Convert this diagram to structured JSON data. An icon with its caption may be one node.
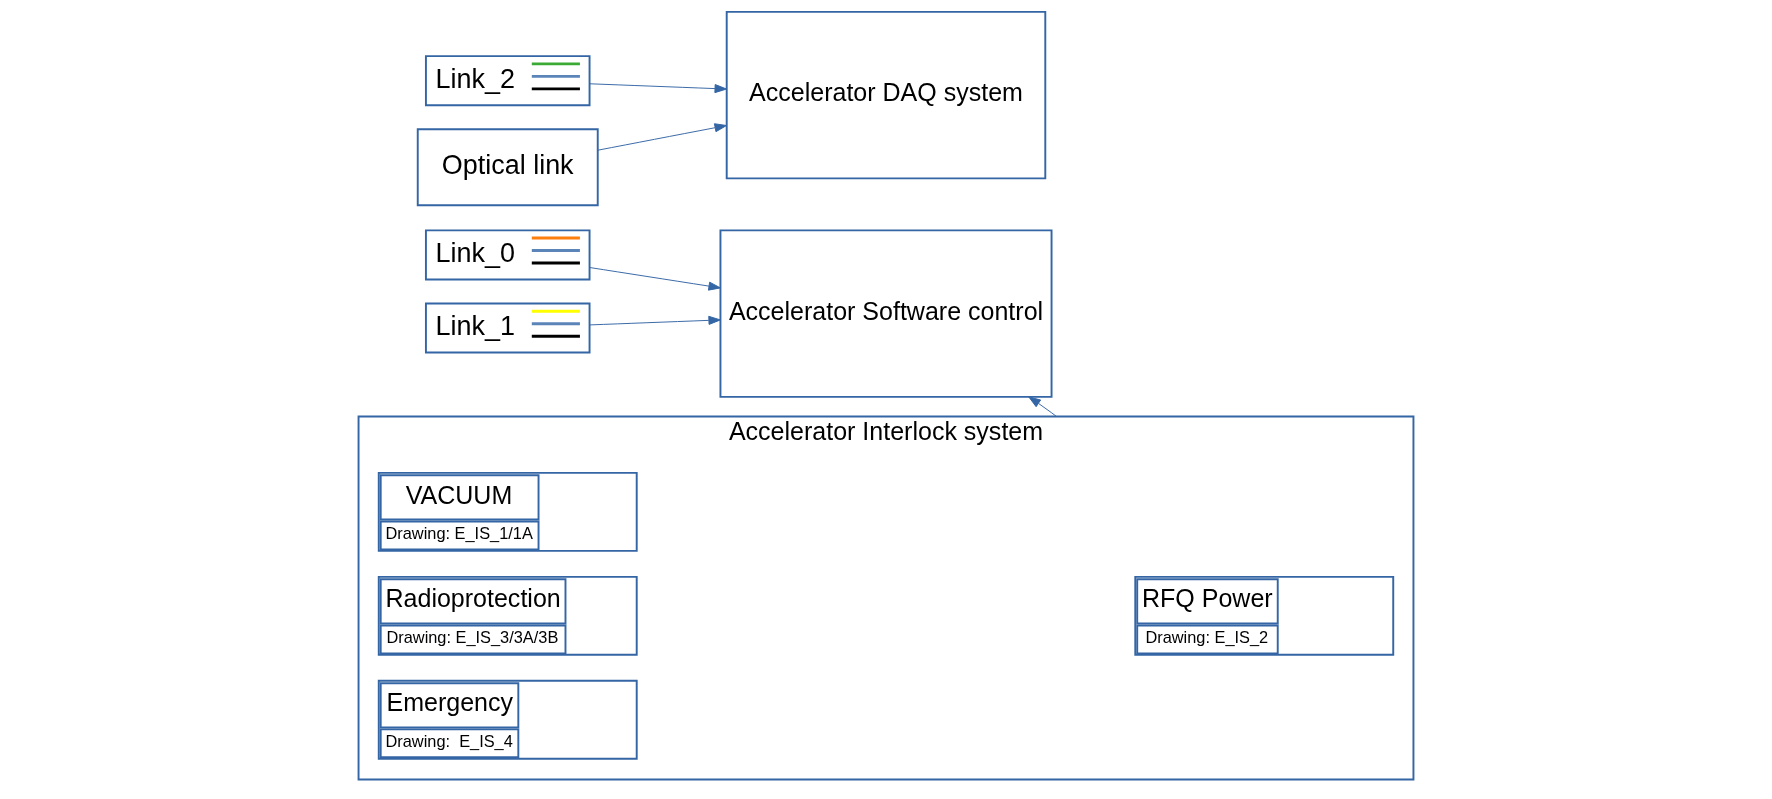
{
  "diagram": {
    "nodes": [
      {
        "text": [
          "Link_0"
        ]
      },
      {
        "text": [
          "Link_1"
        ]
      },
      {
        "text": [
          "Link_2"
        ]
      },
      {
        "text": [
          "Optical link"
        ]
      },
      {
        "text": [
          "Accelerator Software control"
        ]
      },
      {
        "text": [
          "Accelerator DAQ system"
        ]
      },
      {
        "text": [
          "Accelerator Interlock system"
        ]
      },
      {
        "text": [
          "VACUUM",
          "Drawing: E_IS_1/1A"
        ],
        "in": 6
      },
      {
        "text": [
          "RFQ Power",
          "Drawing: E_IS_2"
        ],
        "in": 6
      },
      {
        "text": [
          "Radioprotection",
          "Drawing: E_IS_3/3A/3B"
        ],
        "in": 6
      },
      {
        "text": [
          "Emergency",
          "Drawing:  E_IS_4"
        ],
        "in": 6
      }
    ],
    "edges": [
      {
        "from": 0,
        "to": 4,
        "arrow": "to"
      },
      {
        "from": 1,
        "to": 4,
        "arrow": "to"
      },
      {
        "from": 2,
        "to": 5,
        "arrow": "to"
      },
      {
        "from": 3,
        "to": 5,
        "arrow": "to"
      },
      {
        "from": 6,
        "to": 4,
        "arrow": "to"
      }
    ]
  }
}
